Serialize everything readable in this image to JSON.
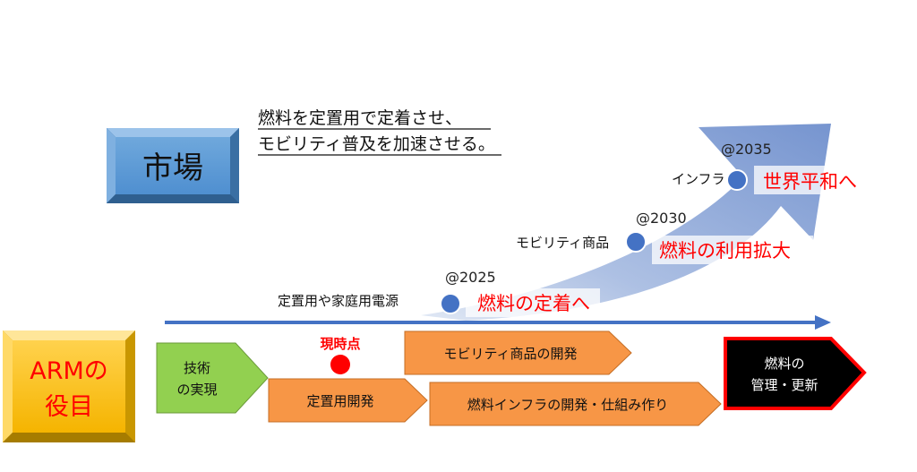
{
  "market_box": {
    "label": "市場"
  },
  "goal_statement": {
    "line1": "燃料を定置用で定着させ、",
    "line2": "モビリティ普及を加速させる。"
  },
  "milestones": [
    {
      "year": "@2025",
      "category": "定置用や家庭用電源",
      "outcome": "燃料の定着へ"
    },
    {
      "year": "@2030",
      "category": "モビリティ商品",
      "outcome": "燃料の利用拡大"
    },
    {
      "year": "@2035",
      "category": "インフラ",
      "outcome": "世界平和へ"
    }
  ],
  "arm_role": {
    "label_line1": "ARMの",
    "label_line2": "役目"
  },
  "stages": {
    "tech": {
      "line1": "技術",
      "line2": "の実現"
    },
    "current_marker": "現時点",
    "stationary": "定置用開発",
    "mobility": "モビリティ商品の開発",
    "infra": "燃料インフラの開発・仕組み作り",
    "final": {
      "line1": "燃料の",
      "line2": "管理・更新"
    }
  },
  "colors": {
    "market_blue": "#5b9bd5",
    "arrow_blue": "#4472c4",
    "stage_orange": "#f79646",
    "stage_green": "#92d050",
    "arm_gold": "#ffc000",
    "alert_red": "#ff0000",
    "final_black": "#000000"
  }
}
